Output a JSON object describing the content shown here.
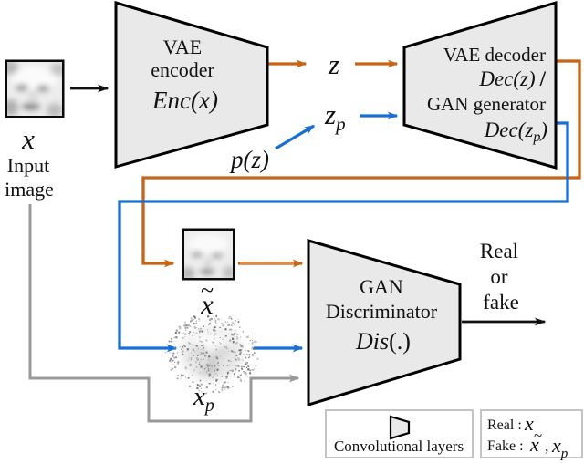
{
  "colors": {
    "orange": "#c86414",
    "blue": "#1a6fd4",
    "gray": "#999999",
    "block_fill": "#e9e9e9",
    "block_border": "#000000",
    "legend_border": "#c4c4c4"
  },
  "input": {
    "math_label": "x",
    "caption1": "Input",
    "caption2": "image"
  },
  "encoder": {
    "name1": "VAE",
    "name2": "encoder",
    "math": "Enc(x)"
  },
  "latent": {
    "z": "z",
    "zp_base": "z",
    "zp_sub": "p",
    "prior": "p(z)"
  },
  "decoder": {
    "line1": "VAE decoder",
    "line2_math": "Dec(z)",
    "line2_sep": "/",
    "line3": "GAN generator",
    "line4_open": "Dec(z",
    "line4_sub": "p",
    "line4_close": ")"
  },
  "recon": {
    "tilde": "~",
    "base": "x"
  },
  "sample": {
    "base": "x",
    "sub": "p"
  },
  "discriminator": {
    "line1": "GAN",
    "line2": "Discriminator",
    "line3_math": "Dis",
    "line3_args": "(.)"
  },
  "output": {
    "word1": "Real",
    "word2": "or",
    "word3": "fake"
  },
  "legend_conv": {
    "label": "Convolutional layers"
  },
  "legend_rf": {
    "real_label": "Real :",
    "real_math": "x",
    "fake_label": "Fake :",
    "fake_tilde": "~",
    "fake_x1": "x",
    "fake_comma": ",",
    "fake_x2": "x",
    "fake_sub": "p"
  }
}
